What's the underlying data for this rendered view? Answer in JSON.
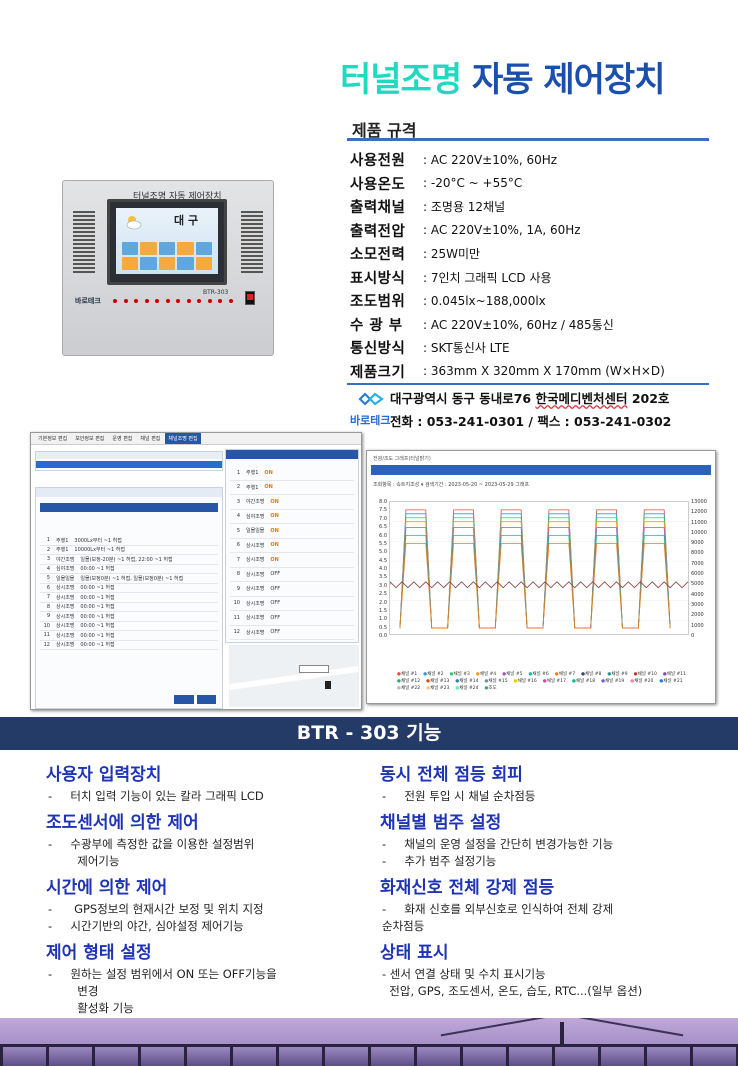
{
  "title": {
    "part1": "터널조명",
    "part2": "자동 제어장치"
  },
  "spec": {
    "heading": "제품 규격",
    "rows": [
      {
        "key": "사용전원",
        "value": ": AC 220V±10%, 60Hz"
      },
      {
        "key": "사용온도",
        "value": ": -20°C ~ +55°C"
      },
      {
        "key": "출력채널",
        "value": ": 조명용 12채널"
      },
      {
        "key": "출력전압",
        "value": ": AC 220V±10%, 1A, 60Hz"
      },
      {
        "key": "소모전력",
        "value": ": 25W미만"
      },
      {
        "key": "표시방식",
        "value": ": 7인치 그래픽 LCD 사용"
      },
      {
        "key": "조도범위",
        "value": ": 0.045lx~188,000lx"
      },
      {
        "key": "수 광 부",
        "value": ": AC 220V±10%, 60Hz / 485통신"
      },
      {
        "key": "통신방식",
        "value": ": SKT통신사 LTE"
      },
      {
        "key": "제품크기",
        "value": ": 363mm X 320mm X 170mm   (W×H×D)"
      }
    ]
  },
  "company": {
    "logo_text": "바로테크",
    "address_prefix": "대구광역시 동구 동내로76 ",
    "address_underlined": "한국메디벤처센터",
    "address_suffix": " 202호",
    "tel": "전화 : 053-241-0301 / 팩스 : 053-241-0302"
  },
  "device": {
    "title": "터널조명 자동 제어장치",
    "lcd_city": "대 구",
    "model_label": "BTR-303",
    "brand": "바로테크"
  },
  "screens": {
    "left_tabs": [
      "기본정보 편집",
      "보안정보 편집",
      "운영 편집",
      "채널 편집",
      "채널조명 편집"
    ],
    "left_rows": [
      {
        "n": "1",
        "name": "주행1",
        "value": "3000Lx부터 ~1 허접"
      },
      {
        "n": "2",
        "name": "주행1",
        "value": "10000Lx부터 ~1 허접"
      },
      {
        "n": "3",
        "name": "야간조명",
        "value": "일몰(보정-20분) ~1 허접, 22:00 ~1 허접"
      },
      {
        "n": "4",
        "name": "심야조명",
        "value": "00:00 ~1 허접"
      },
      {
        "n": "5",
        "name": "일몰일몰",
        "value": "일몰(보정0분) ~1 허접, 일몰(보정0분) ~1 허접"
      },
      {
        "n": "6",
        "name": "상시조명",
        "value": "00:00 ~1 허접"
      },
      {
        "n": "7",
        "name": "상시조명",
        "value": "00:00 ~1 허접"
      },
      {
        "n": "8",
        "name": "상시조명",
        "value": "00:00 ~1 허접"
      },
      {
        "n": "9",
        "name": "상시조명",
        "value": "00:00 ~1 허접"
      },
      {
        "n": "10",
        "name": "상시조명",
        "value": "00:00 ~1 허접"
      },
      {
        "n": "11",
        "name": "상시조명",
        "value": "00:00 ~1 허접"
      },
      {
        "n": "12",
        "name": "상시조명",
        "value": "00:00 ~1 허접"
      }
    ],
    "mid_rows": [
      {
        "n": "1",
        "name": "주행1",
        "state": "ON"
      },
      {
        "n": "2",
        "name": "주행1",
        "state": "ON"
      },
      {
        "n": "3",
        "name": "야간조명",
        "state": "ON"
      },
      {
        "n": "4",
        "name": "심야조명",
        "state": "ON"
      },
      {
        "n": "5",
        "name": "일몰일몰",
        "state": "ON"
      },
      {
        "n": "6",
        "name": "상시조명",
        "state": "ON"
      },
      {
        "n": "7",
        "name": "상시조명",
        "state": "ON"
      },
      {
        "n": "8",
        "name": "상시조명",
        "state": "OFF"
      },
      {
        "n": "9",
        "name": "상시조명",
        "state": "OFF"
      },
      {
        "n": "10",
        "name": "상시조명",
        "state": "OFF"
      },
      {
        "n": "11",
        "name": "상시조명",
        "state": "OFF"
      },
      {
        "n": "12",
        "name": "상시조명",
        "state": "OFF"
      }
    ],
    "right_title": "전광/조도 그래프(터널밝기)",
    "right_filter": "조회항목 :  속트지조성 ▾    검색기간 :  2023-05-20  ~  2023-05-29    그래프",
    "y_left": [
      "8.0",
      "7.5",
      "7.0",
      "6.5",
      "6.0",
      "5.5",
      "5.0",
      "4.5",
      "4.0",
      "3.5",
      "3.0",
      "2.5",
      "2.0",
      "1.5",
      "1.0",
      "0.5",
      "0.0"
    ],
    "y_right": [
      "13000",
      "12000",
      "11000",
      "10000",
      "9000",
      "8000",
      "7000",
      "6000",
      "5000",
      "4000",
      "3000",
      "2000",
      "1000",
      "0"
    ],
    "legend": [
      "채널 #1",
      "채널 #2",
      "채널 #3",
      "채널 #4",
      "채널 #5",
      "채널 #6",
      "채널 #7",
      "채널 #8",
      "채널 #9",
      "채널 #10",
      "채널 #11",
      "채널 #12",
      "채널 #13",
      "채널 #14",
      "채널 #15",
      "채널 #16",
      "채널 #17",
      "채널 #18",
      "채널 #19",
      "채널 #20",
      "채널 #21",
      "채널 #22",
      "채널 #23",
      "채널 #24",
      "조도"
    ]
  },
  "functions": {
    "heading": "BTR - 303  기능",
    "left": [
      {
        "title": "사용자 입력장치",
        "lines": [
          "-     터치 입력 기능이 있는 칼라 그래픽 LCD"
        ]
      },
      {
        "title": "조도센서에 의한 제어",
        "lines": [
          "-     수광부에 측정한 값을 이용한 설정범위",
          "        제어기능"
        ]
      },
      {
        "title": "시간에 의한 제어",
        "lines": [
          "-      GPS정보의 현재시간 보정 및 위치 지정",
          "-     시간기반의 야간, 심야설정 제어기능"
        ]
      },
      {
        "title": "제어 형태 설정",
        "lines": [
          "-     원하는 설정 범위에서 ON 또는 OFF기능을",
          "        변경",
          "        활성화 기능"
        ]
      }
    ],
    "right": [
      {
        "title": "동시 전체 점등 회피",
        "lines": [
          "-     전원 투입 시 채널 순차점등"
        ]
      },
      {
        "title": "채널별 범주 설정",
        "lines": [
          "-     채널의 운영 설정을 간단히 변경가능한 기능",
          "-     추가 범주 설정기능"
        ]
      },
      {
        "title": "화재신호 전체 강제 점등",
        "lines": [
          "-     화재 신호를 외부신호로 인식하여 전체 강제",
          "순차점등"
        ]
      },
      {
        "title": "상태 표시",
        "lines": [
          "- 센서 연결 상태 및 수치 표시기능",
          "  전압, GPS, 조도센서, 온도, 습도, RTC...(일부 옵션)"
        ]
      }
    ]
  }
}
